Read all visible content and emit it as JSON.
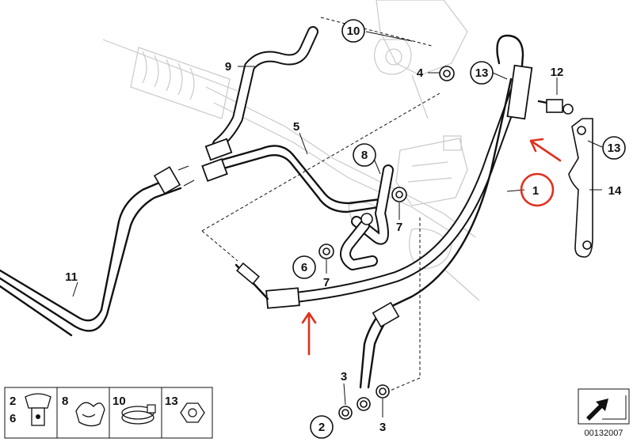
{
  "callouts": [
    {
      "id": "c10",
      "text": "10"
    },
    {
      "id": "c9",
      "text": "9"
    },
    {
      "id": "c4",
      "text": "4"
    },
    {
      "id": "c13a",
      "text": "13"
    },
    {
      "id": "c12",
      "text": "12"
    },
    {
      "id": "c5",
      "text": "5"
    },
    {
      "id": "c8",
      "text": "8"
    },
    {
      "id": "c13b",
      "text": "13"
    },
    {
      "id": "c1",
      "text": "1"
    },
    {
      "id": "c14",
      "text": "14"
    },
    {
      "id": "c7a",
      "text": "7"
    },
    {
      "id": "c6",
      "text": "6"
    },
    {
      "id": "c7b",
      "text": "7"
    },
    {
      "id": "c11",
      "text": "11"
    },
    {
      "id": "c3a",
      "text": "3"
    },
    {
      "id": "c2",
      "text": "2"
    },
    {
      "id": "c3b",
      "text": "3"
    }
  ],
  "legend": [
    {
      "top": "2",
      "bottom": "6",
      "icon": "bolt-icon"
    },
    {
      "top": "8",
      "bottom": "",
      "icon": "hose-clip-icon"
    },
    {
      "top": "10",
      "bottom": "",
      "icon": "hose-clamp-icon"
    },
    {
      "top": "13",
      "bottom": "",
      "icon": "nut-icon"
    }
  ],
  "drawing_number": "00132007",
  "colors": {
    "annotation": "#e0301e",
    "ink": "#111111",
    "ghost": "#c9c9c9"
  }
}
